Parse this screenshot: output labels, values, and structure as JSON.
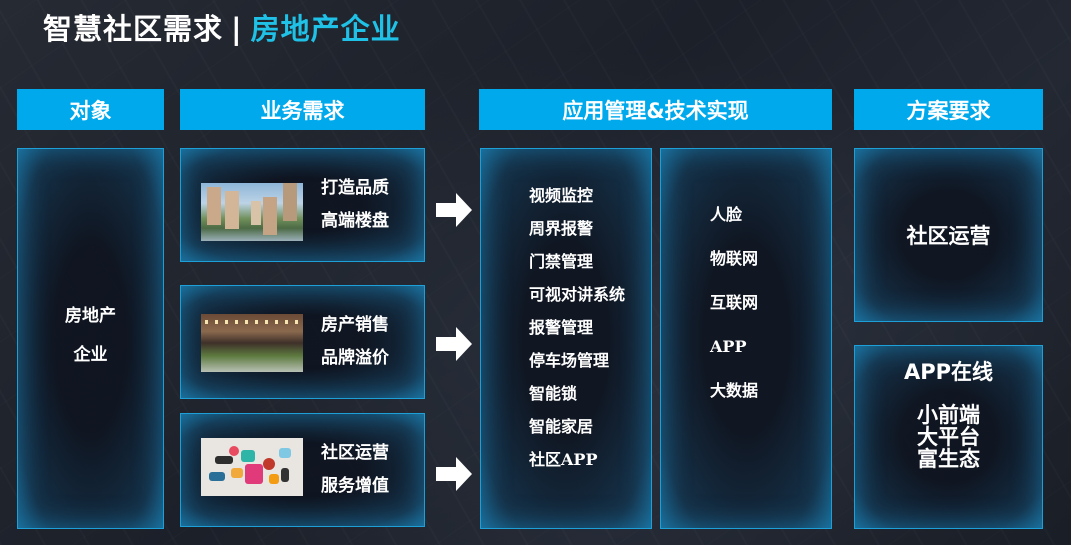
{
  "title": {
    "main": "智慧社区需求",
    "separator": "|",
    "sub": "房地产企业"
  },
  "colors": {
    "header_bg": "#00a9ec",
    "accent_cyan": "#1fc1e6",
    "panel_border": "#1d9fd8",
    "background": "#1f232c"
  },
  "columns": {
    "object": {
      "header": "对象",
      "lines": [
        "房地产",
        "企业"
      ]
    },
    "needs": {
      "header": "业务需求",
      "items": [
        {
          "image": "residential-buildings-photo",
          "lines": [
            "打造品质",
            "高端楼盘"
          ]
        },
        {
          "image": "property-sales-event-photo",
          "lines": [
            "房产销售",
            "品牌溢价"
          ]
        },
        {
          "image": "community-apps-icons-graphic",
          "lines": [
            "社区运营",
            "服务增值"
          ]
        }
      ]
    },
    "tech": {
      "header": "应用管理&技术实现",
      "applications": [
        "视频监控",
        "周界报警",
        "门禁管理",
        "可视对讲系统",
        "报警管理",
        "停车场管理",
        "智能锁",
        "智能家居",
        "社区APP"
      ],
      "technologies": [
        "人脸",
        "物联网",
        "互联网",
        "APP",
        "大数据"
      ]
    },
    "solution": {
      "header": "方案要求",
      "box1": "社区运营",
      "box2_title": "APP在线",
      "box2_lines": [
        "小前端",
        "大平台",
        "富生态"
      ]
    }
  },
  "arrows": [
    "right-arrow",
    "right-arrow",
    "right-arrow"
  ]
}
